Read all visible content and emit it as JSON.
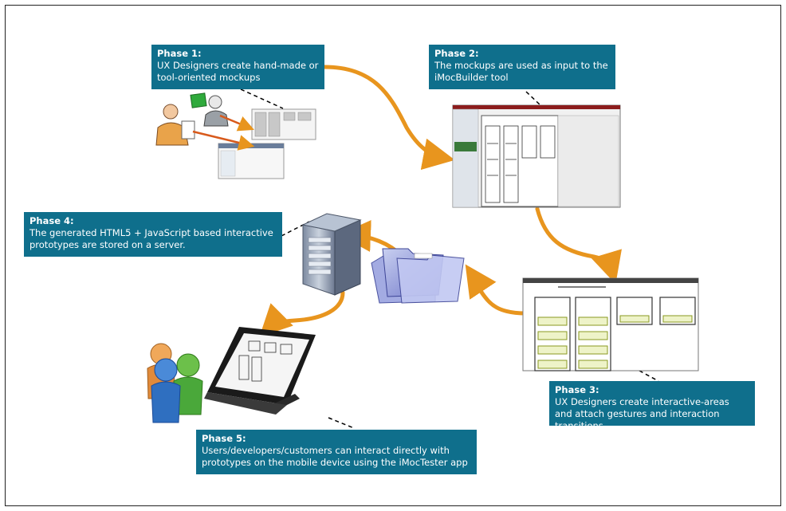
{
  "colors": {
    "accent": "#0f6f8c",
    "arrow": "#e8951e"
  },
  "phases": [
    {
      "title": "Phase 1:",
      "text": "UX Designers create hand-made or tool-oriented mockups"
    },
    {
      "title": "Phase 2:",
      "text": "The mockups are used as input to the iMocBuilder tool"
    },
    {
      "title": "Phase 3:",
      "text": "UX Designers create interactive-areas and attach gestures and interaction transitions"
    },
    {
      "title": "Phase 4:",
      "text": "The generated HTML5 + JavaScript based interactive prototypes are stored on a server."
    },
    {
      "title": "Phase 5:",
      "text": "Users/developers/customers can interact directly with prototypes on the mobile device using the iMocTester app"
    }
  ],
  "illustrations": {
    "designer": "designer-figures-icon",
    "builder": "imocbuilder-screenshot",
    "sketch": "interactive-areas-sketch",
    "server": "server-tower-icon",
    "folders": "folders-icon",
    "tablet": "tablet-device-icon",
    "users": "users-group-icon"
  }
}
